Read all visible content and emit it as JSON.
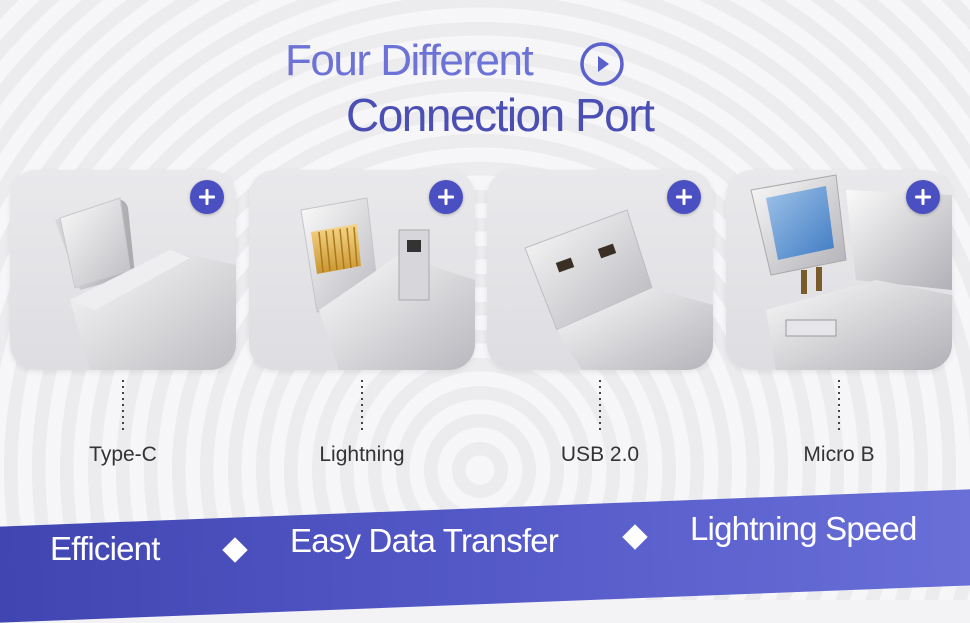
{
  "title": {
    "line1": "Four Different",
    "line2": "Connection Port",
    "line1_color": "#6d73d6",
    "line2_color": "#4b4fb4",
    "icon": "play-circle-icon"
  },
  "ports": [
    {
      "label": "Type-C",
      "icon": "plus-icon"
    },
    {
      "label": "Lightning",
      "icon": "plus-icon"
    },
    {
      "label": "USB 2.0",
      "icon": "plus-icon"
    },
    {
      "label": "Micro B",
      "icon": "plus-icon"
    }
  ],
  "features": [
    {
      "label": "Efficient"
    },
    {
      "label": "Easy Data Transfer"
    },
    {
      "label": "Lightning Speed"
    }
  ],
  "colors": {
    "accent": "#4a4fc2",
    "banner": "#5459c8",
    "text": "#333333"
  }
}
